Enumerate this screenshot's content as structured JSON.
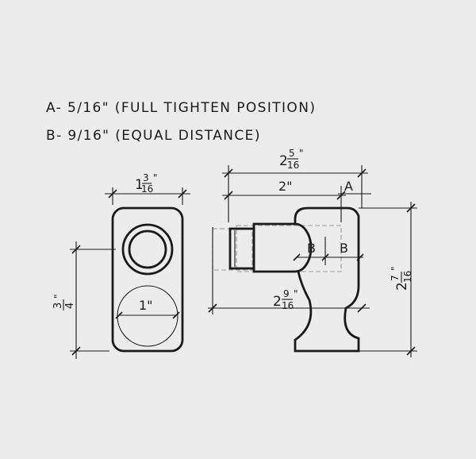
{
  "notes": {
    "line_a": "A- 5/16\" (FULL TIGHTEN POSITION)",
    "line_b": "B- 9/16\" (EQUAL DISTANCE)"
  },
  "front_view": {
    "width_whole": "1",
    "width_num": "3",
    "width_den": "16",
    "width_unit": "\"",
    "height_num": "3",
    "height_den": "4",
    "height_unit": "\"",
    "bottom_dia": "1\""
  },
  "side_view": {
    "overall_whole": "2",
    "overall_num": "5",
    "overall_den": "16",
    "overall_unit": "\"",
    "body_length": "2\"",
    "label_a": "A",
    "label_b1": "B",
    "label_b2": "B",
    "lower_whole": "2",
    "lower_num": "9",
    "lower_den": "16",
    "lower_unit": "\"",
    "height_whole": "2",
    "height_num": "7",
    "height_den": "16",
    "height_unit": "\""
  }
}
